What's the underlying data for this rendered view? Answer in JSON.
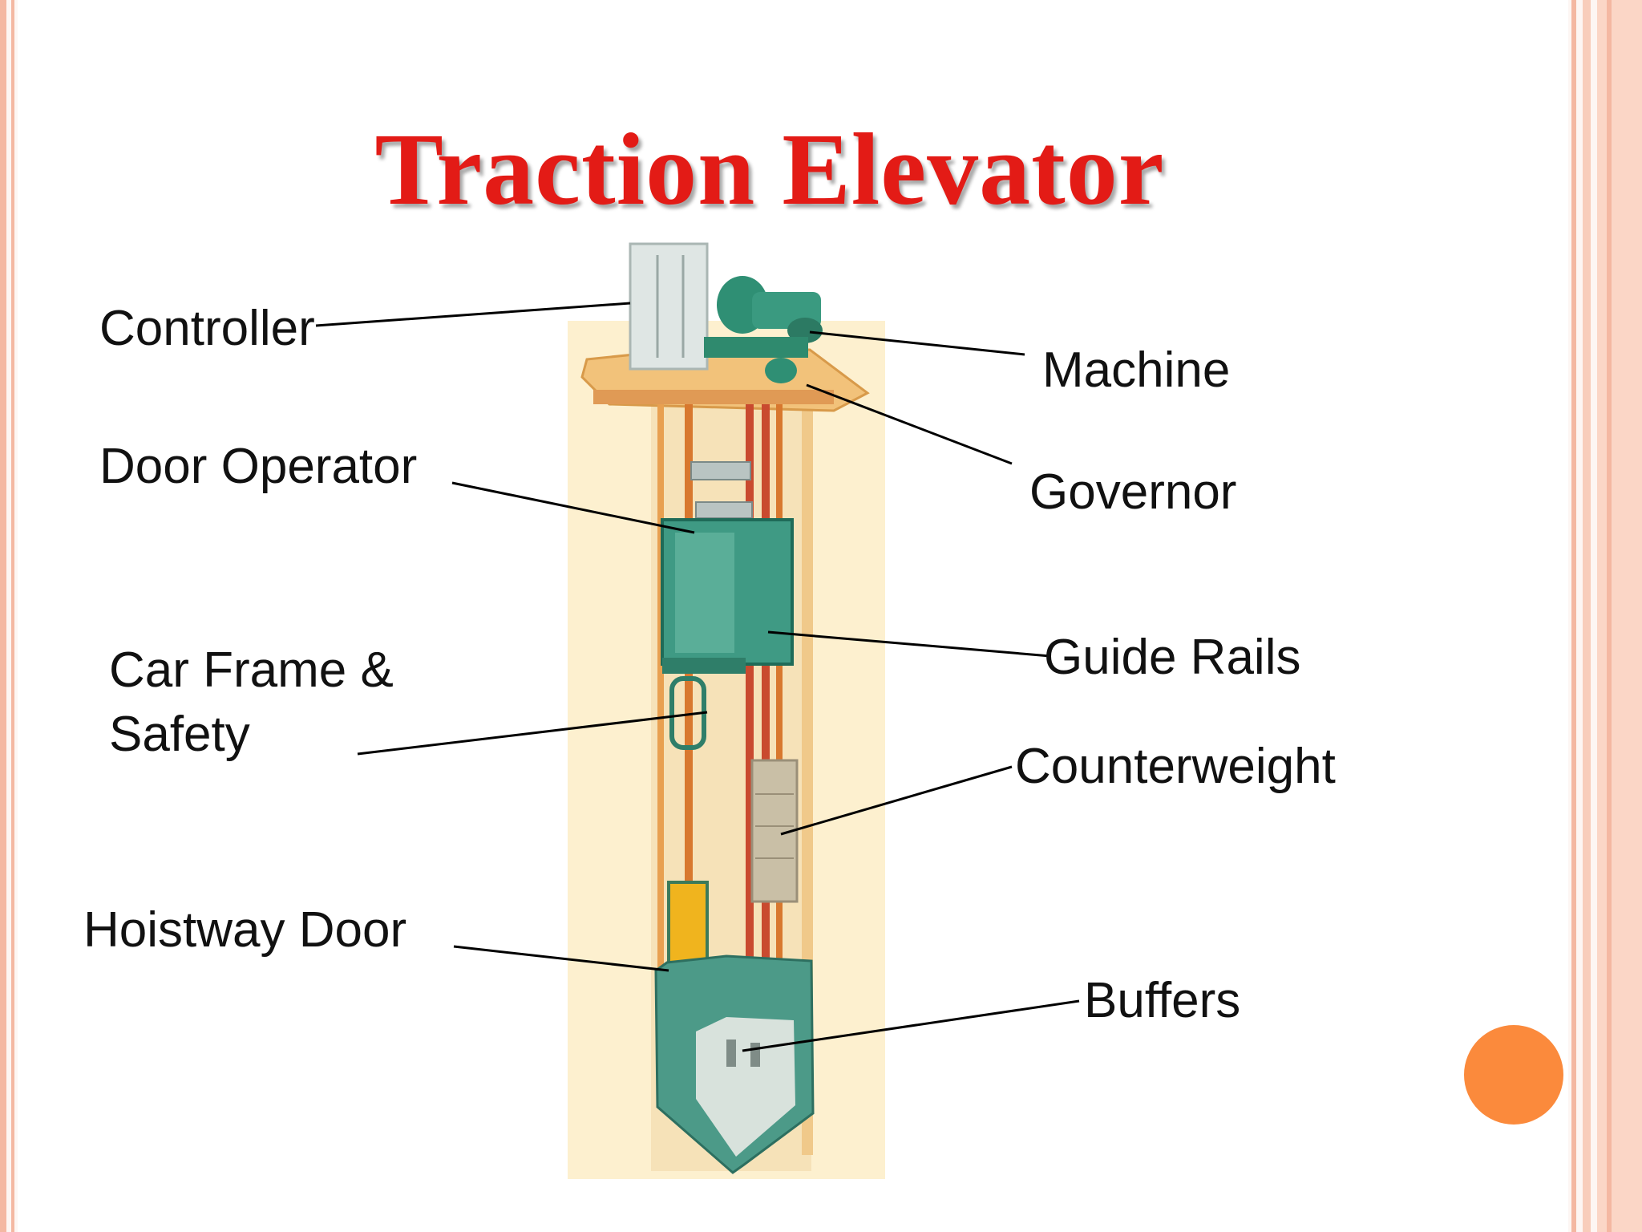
{
  "title": "Traction Elevator",
  "labels": {
    "controller": "Controller",
    "door_operator": "Door Operator",
    "car_frame_line1": "Car Frame &",
    "car_frame_line2": "Safety",
    "hoistway_door": "Hoistway Door",
    "machine": "Machine",
    "governor": "Governor",
    "guide_rails": "Guide Rails",
    "counterweight": "Counterweight",
    "buffers": "Buffers"
  },
  "colors": {
    "title": "#e31b16",
    "accent_dot": "#fb8a3c",
    "border": "#f4b8a2"
  }
}
